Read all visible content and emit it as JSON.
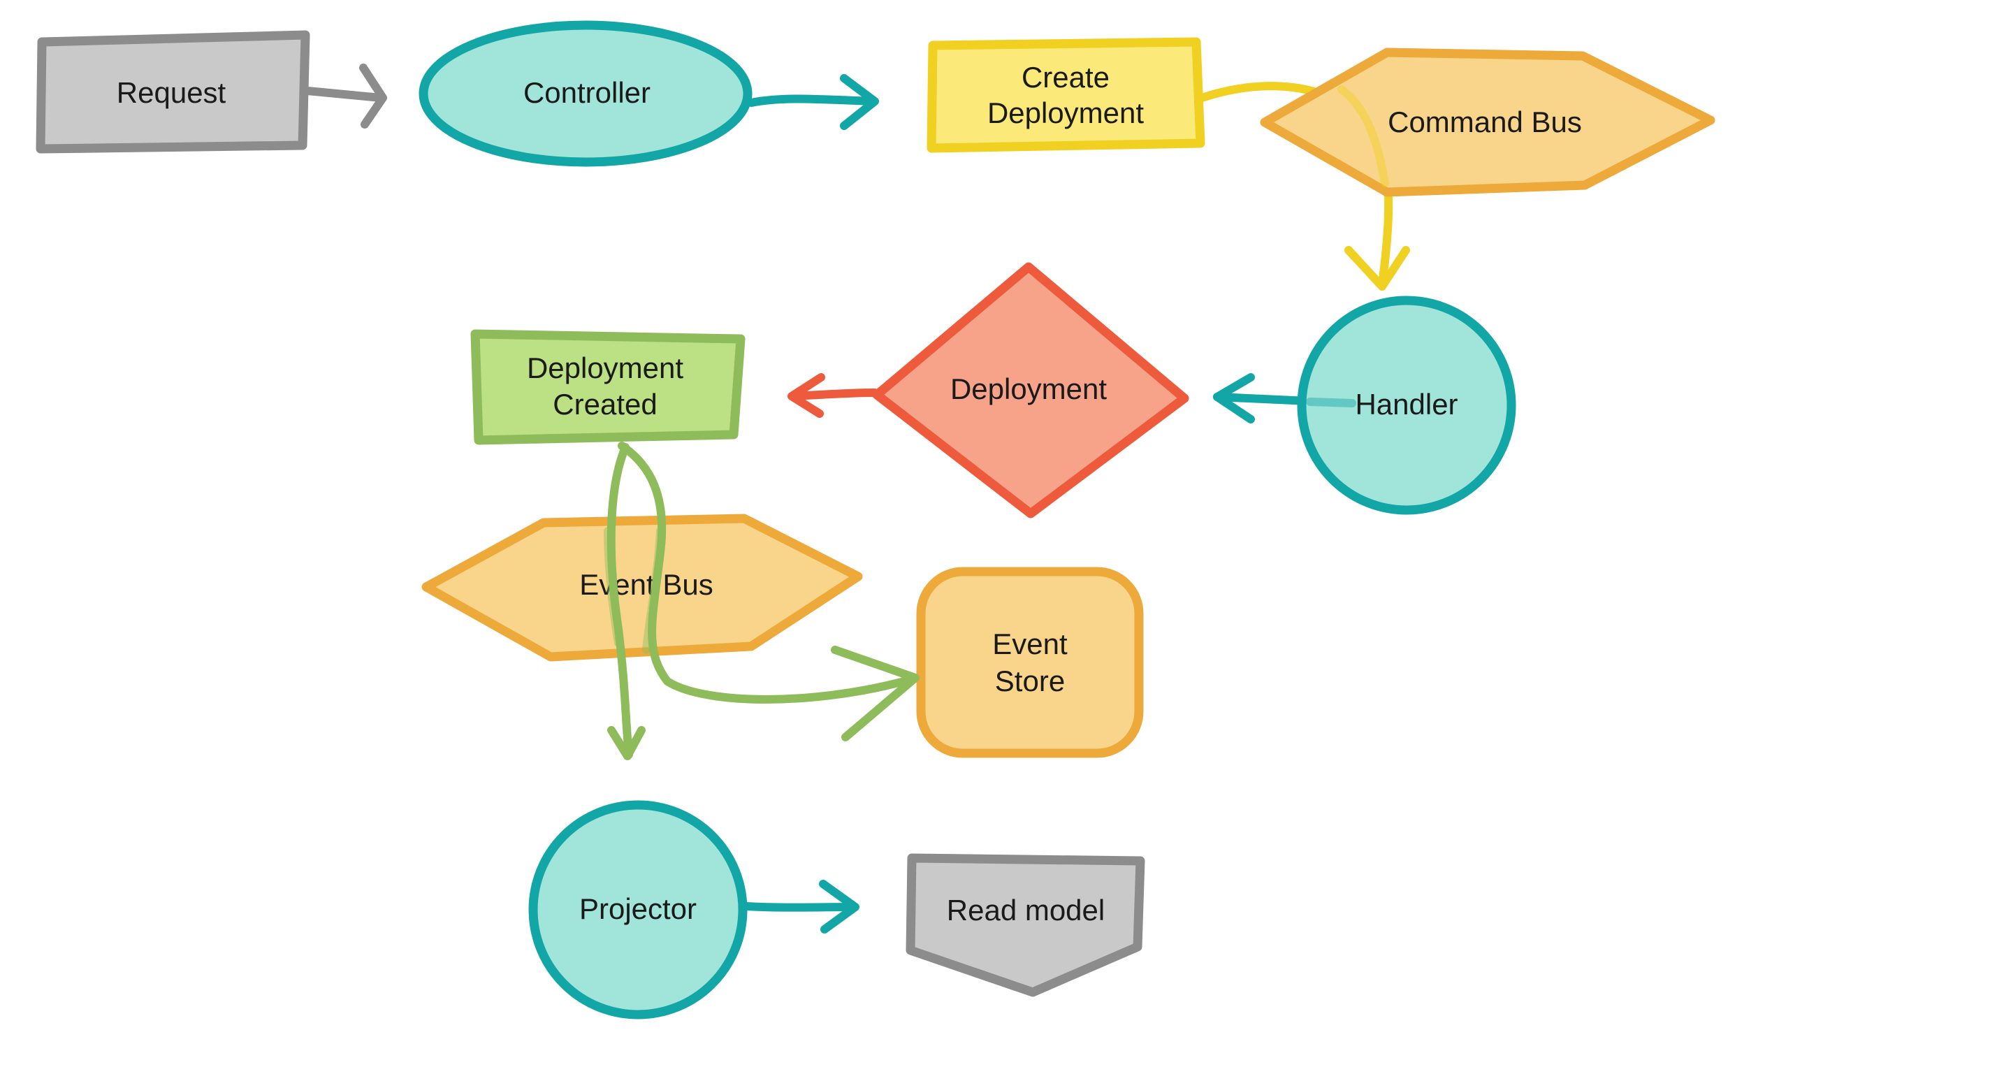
{
  "colors": {
    "gray": "#8c8c8c",
    "gray_fill": "#c9c9c9",
    "teal": "#13a6a6",
    "teal_fill": "#a0e4da",
    "yellow": "#f0d020",
    "yellow_fill": "#fbe97a",
    "orange": "#eda93a",
    "orange_fill": "#f9d58c",
    "red": "#ee5a3c",
    "red_fill": "#f6a389",
    "green": "#8fbc5a",
    "green_fill": "#bce084"
  },
  "nodes": {
    "request": {
      "label": [
        "Request"
      ],
      "shape": "rectangle",
      "color": "gray"
    },
    "controller": {
      "label": [
        "Controller"
      ],
      "shape": "ellipse",
      "color": "teal"
    },
    "create_deployment": {
      "label": [
        "Create",
        "Deployment"
      ],
      "shape": "rectangle",
      "color": "yellow"
    },
    "command_bus": {
      "label": [
        "Command Bus"
      ],
      "shape": "hexagon",
      "color": "orange"
    },
    "handler": {
      "label": [
        "Handler"
      ],
      "shape": "circle",
      "color": "teal"
    },
    "deployment": {
      "label": [
        "Deployment"
      ],
      "shape": "diamond",
      "color": "red"
    },
    "deployment_created": {
      "label": [
        "Deployment",
        "Created"
      ],
      "shape": "rectangle",
      "color": "green"
    },
    "event_bus": {
      "label": [
        "Event Bus"
      ],
      "shape": "hexagon",
      "color": "orange"
    },
    "event_store": {
      "label": [
        "Event",
        "Store"
      ],
      "shape": "rounded-rectangle",
      "color": "orange"
    },
    "projector": {
      "label": [
        "Projector"
      ],
      "shape": "circle",
      "color": "teal"
    },
    "read_model": {
      "label": [
        "Read model"
      ],
      "shape": "pentagon-down",
      "color": "gray"
    }
  },
  "edges": [
    {
      "from": "request",
      "to": "controller",
      "color": "gray"
    },
    {
      "from": "controller",
      "to": "create_deployment",
      "color": "teal"
    },
    {
      "from": "create_deployment",
      "to": "handler",
      "via": "command_bus",
      "color": "yellow"
    },
    {
      "from": "handler",
      "to": "deployment",
      "color": "teal"
    },
    {
      "from": "deployment",
      "to": "deployment_created",
      "color": "red"
    },
    {
      "from": "deployment_created",
      "to": "projector",
      "via": "event_bus",
      "color": "green"
    },
    {
      "from": "deployment_created",
      "to": "event_store",
      "via": "event_bus",
      "color": "green"
    },
    {
      "from": "projector",
      "to": "read_model",
      "color": "teal"
    }
  ]
}
